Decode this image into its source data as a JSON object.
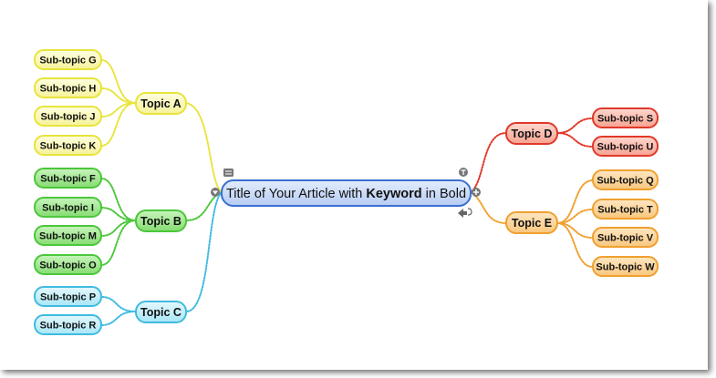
{
  "central": {
    "text_before": "Title of Your Article with ",
    "keyword": "Keyword",
    "text_after": " in Bold"
  },
  "topics": {
    "A": {
      "label": "Topic A",
      "color": "#e8e43a",
      "fill": "#fcfbb0",
      "subs": [
        "Sub-topic G",
        "Sub-topic H",
        "Sub-topic J",
        "Sub-topic K"
      ]
    },
    "B": {
      "label": "Topic B",
      "color": "#4bc73a",
      "fill": "#9de88e",
      "subs": [
        "Sub-topic F",
        "Sub-topic I",
        "Sub-topic M",
        "Sub-topic O"
      ]
    },
    "C": {
      "label": "Topic C",
      "color": "#3fbbe0",
      "fill": "#bdeefa",
      "subs": [
        "Sub-topic P",
        "Sub-topic R"
      ]
    },
    "D": {
      "label": "Topic D",
      "color": "#e0392a",
      "fill": "#fcb5a8",
      "subs": [
        "Sub-topic S",
        "Sub-topic U"
      ]
    },
    "E": {
      "label": "Topic E",
      "color": "#f0a030",
      "fill": "#fcd49a",
      "subs": [
        "Sub-topic Q",
        "Sub-topic T",
        "Sub-topic V",
        "Sub-topic W"
      ]
    }
  },
  "central_style": {
    "stroke": "#3a6fd0",
    "fill": "#c6d8f8"
  },
  "icons": [
    "note-icon",
    "collapse-icon",
    "expand-icon",
    "topic-badge-icon",
    "link-icon"
  ]
}
